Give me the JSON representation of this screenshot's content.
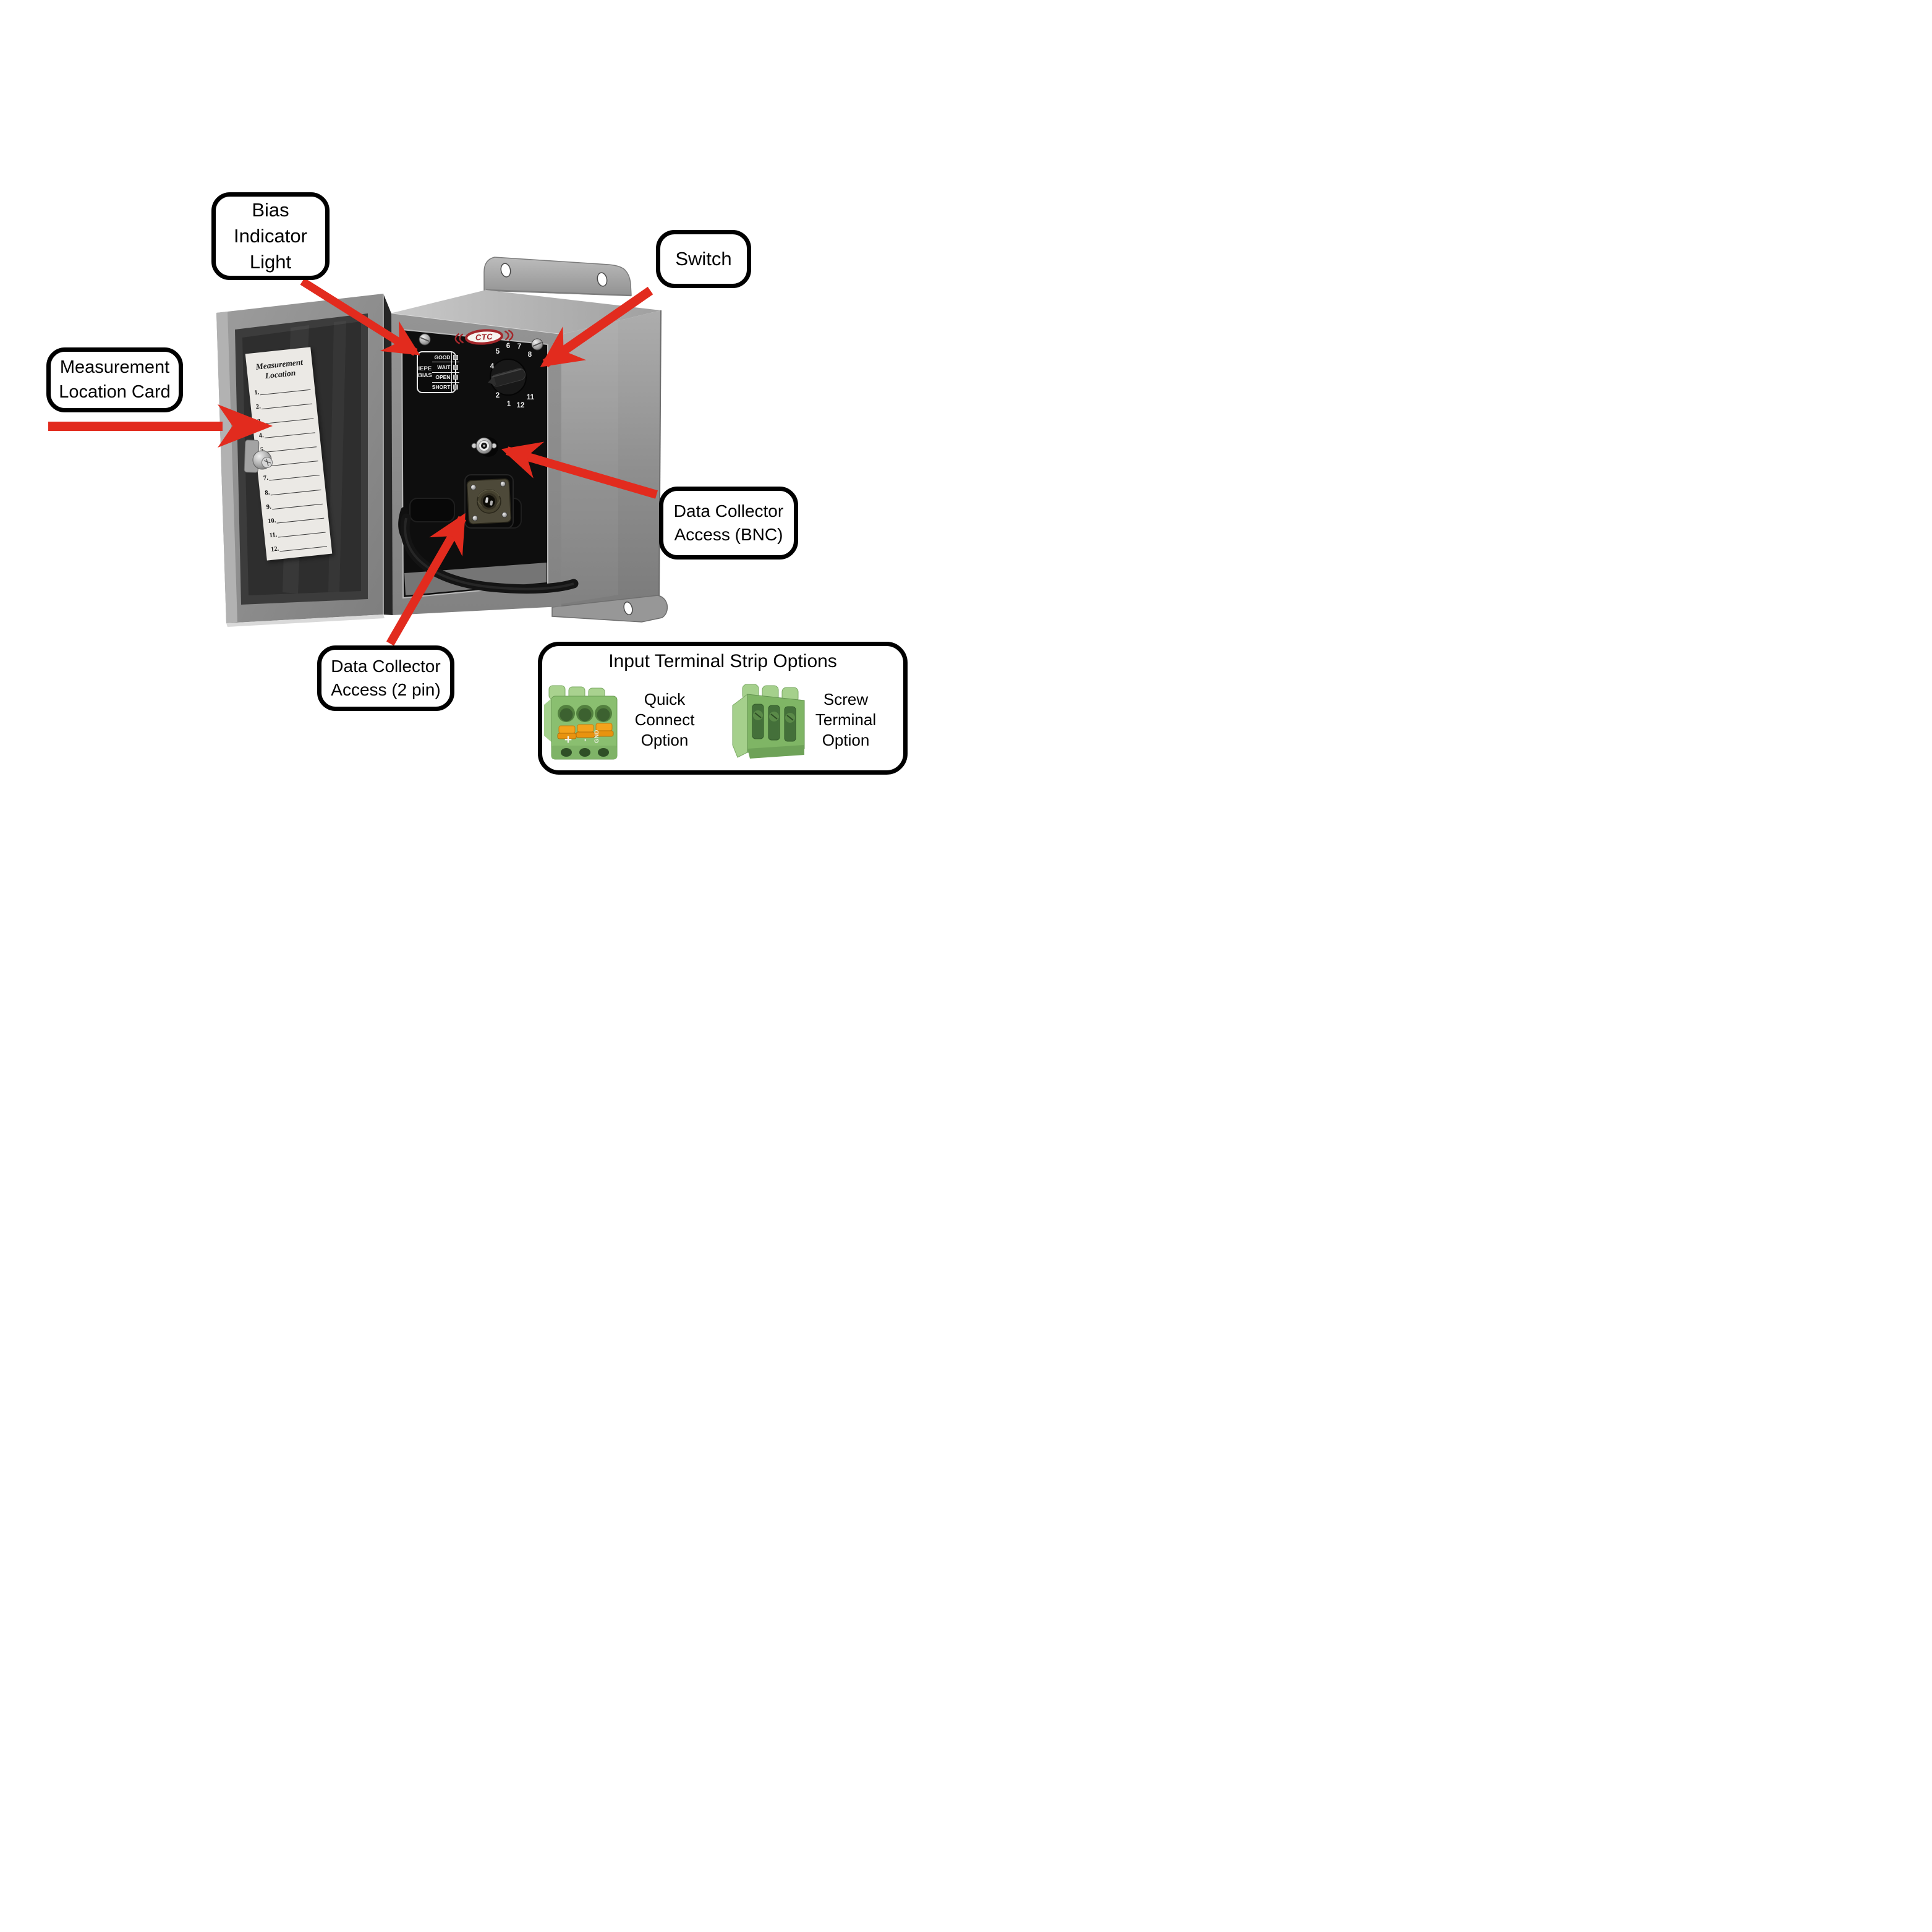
{
  "diagram": {
    "callouts": {
      "bias_indicator": {
        "line1": "Bias",
        "line2": "Indicator",
        "line3": "Light"
      },
      "switch": {
        "label": "Switch"
      },
      "measurement_card": {
        "line1": "Measurement",
        "line2": "Location Card"
      },
      "bnc": {
        "line1": "Data Collector",
        "line2": "Access (BNC)"
      },
      "two_pin": {
        "line1": "Data Collector",
        "line2": "Access (2 pin)"
      }
    },
    "terminal_options": {
      "title": "Input Terminal Strip Options",
      "quick": {
        "line1": "Quick",
        "line2": "Connect",
        "line3": "Option"
      },
      "screw": {
        "line1": "Screw",
        "line2": "Terminal",
        "line3": "Option"
      },
      "pins": {
        "plus": "+",
        "minus": "-",
        "gnd": "GND"
      }
    },
    "device": {
      "brand": "CTC",
      "bias_block": {
        "label_top": "IEPE",
        "label_bottom": "BIAS",
        "states": [
          "GOOD",
          "WAIT",
          "OPEN",
          "SHORT"
        ]
      },
      "dial_numbers": [
        "5",
        "6",
        "7",
        "8",
        "4",
        "2",
        "1",
        "12",
        "11"
      ],
      "card": {
        "title": "Measurement Location",
        "rows": [
          "1.",
          "2.",
          "3.",
          "4.",
          "5.",
          "6.",
          "7.",
          "8.",
          "9.",
          "10.",
          "11.",
          "12."
        ]
      }
    },
    "colors": {
      "arrow_red": "#e22b1e",
      "logo_red": "#a3282c",
      "connector_green": "#8abf70",
      "lever_orange": "#f4a31c",
      "enclosure_gray": "#9a9a9a",
      "panel_black": "#0e0e0e"
    }
  }
}
